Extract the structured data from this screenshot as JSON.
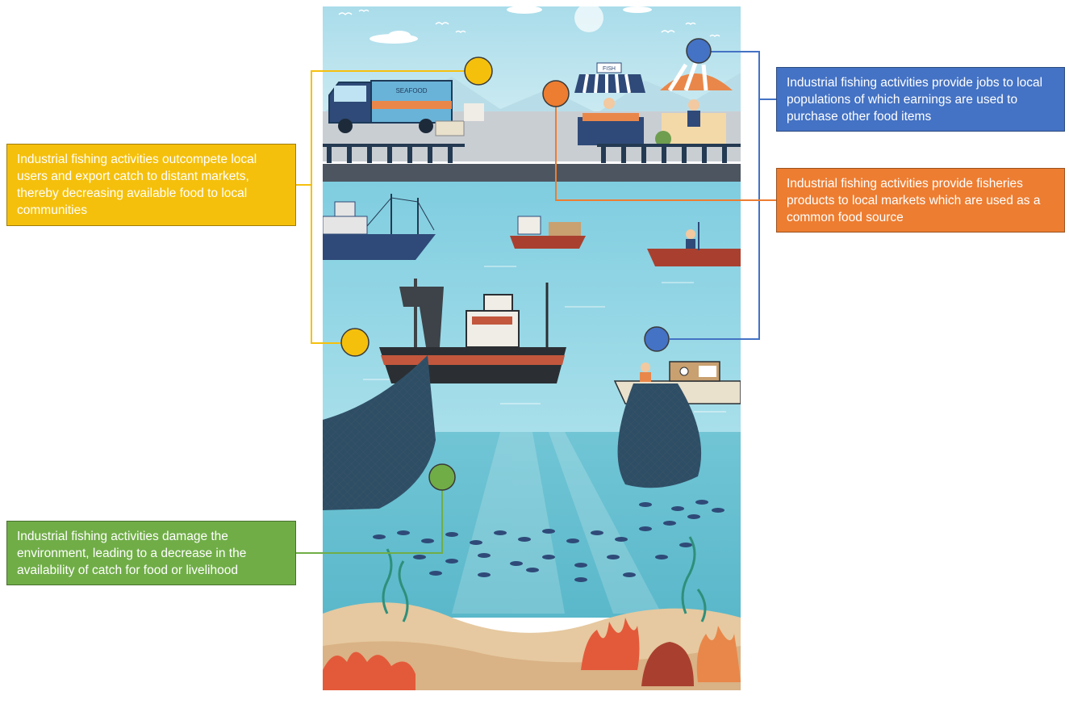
{
  "colors": {
    "yellow": "#F5C00C",
    "blue": "#4472C4",
    "orange": "#ED7D31",
    "green": "#70AD47"
  },
  "illustration": {
    "market_sign": "FISH",
    "truck_sign": "SEAFOOD"
  },
  "callouts": {
    "yellow": {
      "text": "Industrial fishing activities outcompete local users and export catch to distant markets, thereby decreasing available food to local communities"
    },
    "blue": {
      "text": "Industrial fishing activities provide jobs to local populations of which earnings are used to purchase other food items"
    },
    "orange": {
      "text": "Industrial fishing activities provide fisheries products to local markets which are used as a common food source"
    },
    "green": {
      "text": "Industrial fishing activities damage the environment, leading to a decrease in the availability of catch for food or livelihood"
    }
  }
}
